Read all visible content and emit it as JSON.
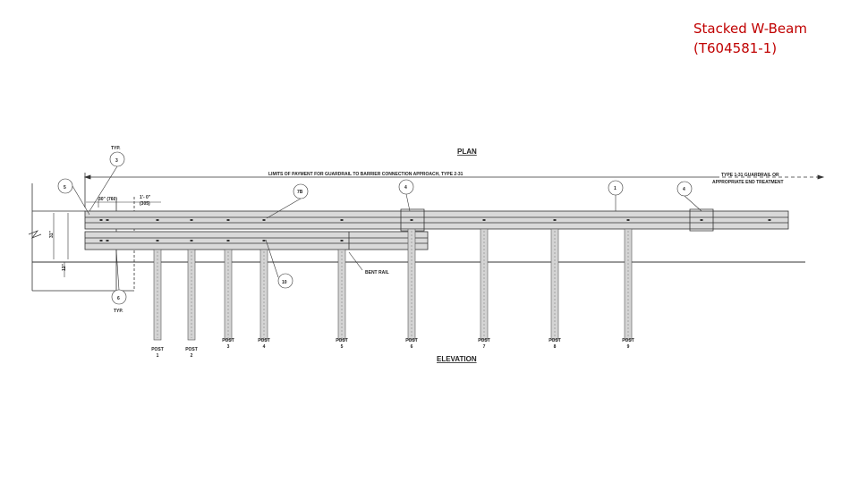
{
  "slide": {
    "title_line1": "Stacked W-Beam",
    "title_line2": "(T604581-1)"
  },
  "drawing": {
    "plan_label": "PLAN",
    "elevation_label": "ELEVATION",
    "limits_note": "LIMITS OF PAYMENT FOR GUARDRAIL TO BARRIER CONNECTION APPROACH, TYPE 2-31",
    "end_note_line1": "TYPE 1-31 GUARDRAIL OR",
    "end_note_line2": "APPROPRIATE END TREATMENT",
    "typ_top": "TYP.",
    "typ_bottom": "TYP.",
    "dim_30": "30\" (760)",
    "dim_1ft_line1": "1'- 0\"",
    "dim_1ft_line2": "(305)",
    "dim_31": "31\"",
    "dim_12": "12\"",
    "bent_rail": "BENT RAIL",
    "callouts": {
      "c3": "3",
      "c5_top": "5",
      "c7b": "7B",
      "c4_mid": "4",
      "c1": "1",
      "c4_right": "4",
      "c6": "6",
      "c10": "10"
    },
    "posts": [
      {
        "label": "POST",
        "num": "1"
      },
      {
        "label": "POST",
        "num": "2"
      },
      {
        "label": "POST",
        "num": "3"
      },
      {
        "label": "POST",
        "num": "4"
      },
      {
        "label": "POST",
        "num": "5"
      },
      {
        "label": "POST",
        "num": "6"
      },
      {
        "label": "POST",
        "num": "7"
      },
      {
        "label": "POST",
        "num": "8"
      },
      {
        "label": "POST",
        "num": "9"
      }
    ]
  }
}
